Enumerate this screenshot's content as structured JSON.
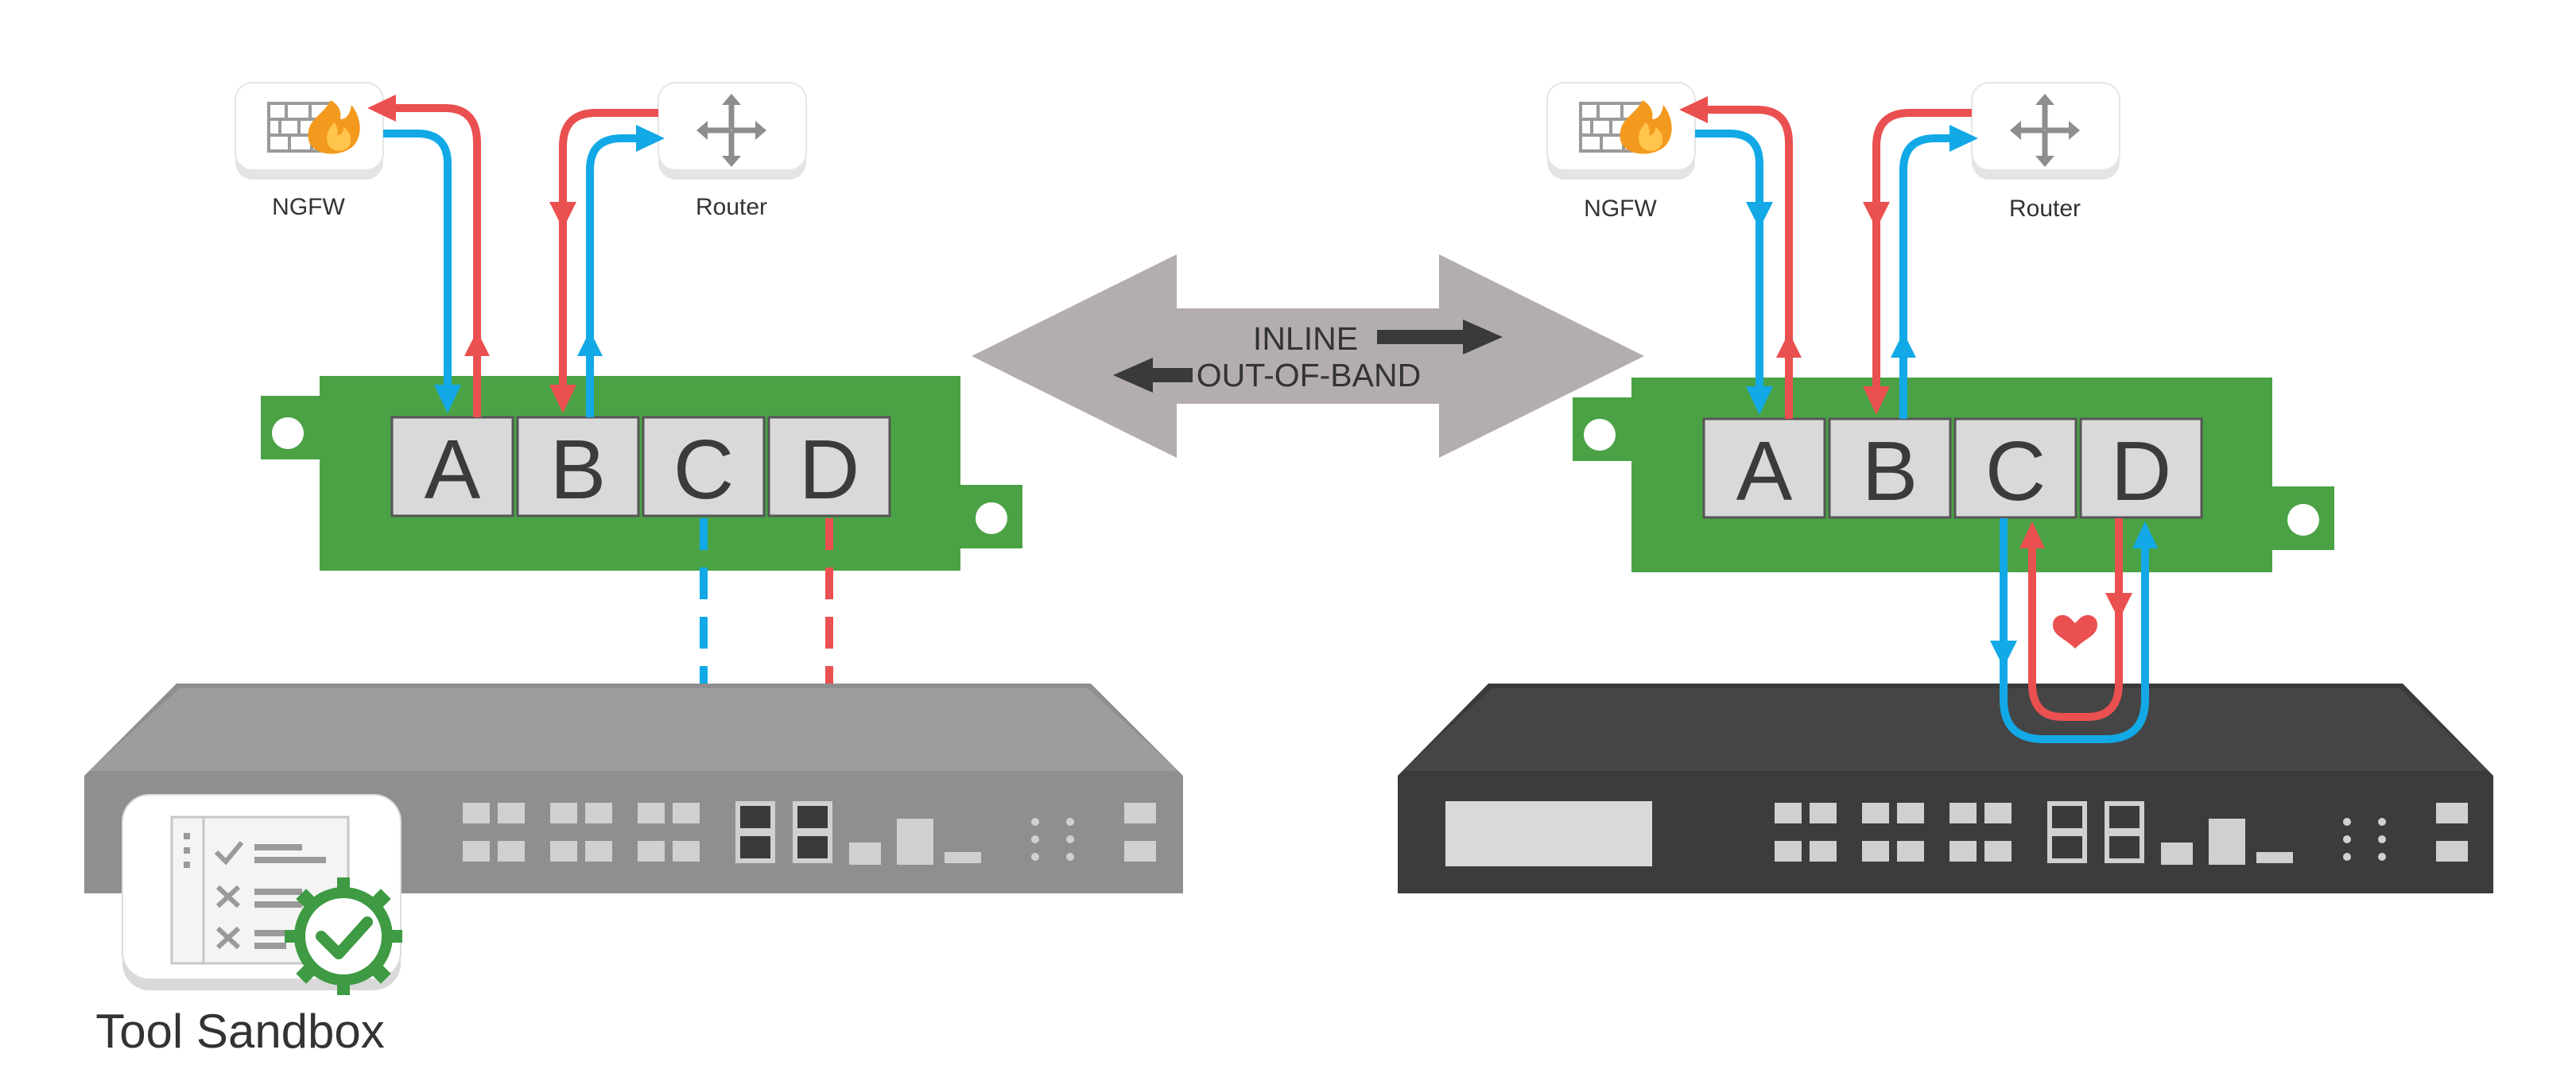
{
  "devices": {
    "ngfw_label": "NGFW",
    "router_label": "Router"
  },
  "ports": [
    "A",
    "B",
    "C",
    "D"
  ],
  "center": {
    "inline_label": "INLINE",
    "oob_label": "OUT-OF-BAND"
  },
  "sandbox": {
    "label": "Tool Sandbox"
  },
  "colors": {
    "blue": "#12a9e6",
    "red": "#ea5050",
    "green_board": "#4aa245",
    "port_fill": "#d9d9d9",
    "appliance_grey": "#8f8f8f",
    "appliance_dark": "#424242",
    "center_arrow": "#b3adb0",
    "check_green": "#3e9a43"
  }
}
